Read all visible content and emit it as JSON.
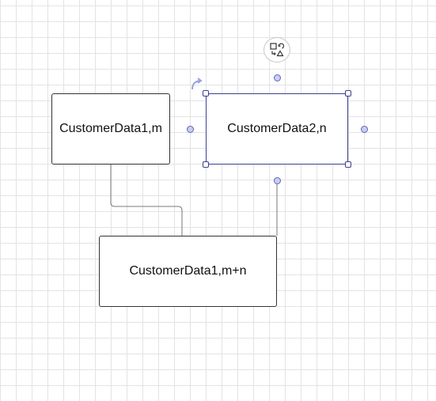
{
  "diagram": {
    "nodes": [
      {
        "id": "n1",
        "label": "CustomerData1,m"
      },
      {
        "id": "n2",
        "label": "CustomerData2,n",
        "selected": true
      },
      {
        "id": "n3",
        "label": "CustomerData1,m+n"
      }
    ],
    "edges": [
      {
        "from": "n1",
        "to": "n3",
        "style": "orthogonal"
      },
      {
        "from": "n2",
        "to": "n3",
        "style": "straight"
      }
    ]
  },
  "icons": {
    "swap": "swap-shape-icon",
    "rotate": "rotate-icon"
  },
  "colors": {
    "selection": "#3c3f8f",
    "connection_point_fill": "#c9cdf6",
    "connection_point_stroke": "#5f66b5",
    "grid": "#e3e3e3",
    "connector": "#7a7a7a"
  }
}
